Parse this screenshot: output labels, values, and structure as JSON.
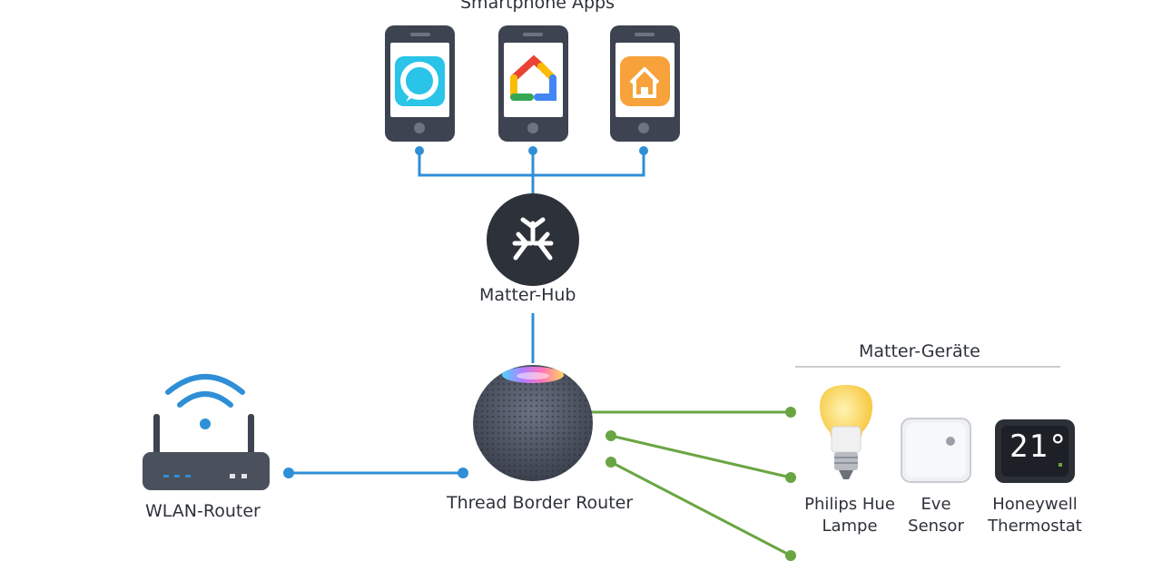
{
  "diagram": {
    "apps_title": "Smartphone Apps",
    "hub_label": "Matter-Hub",
    "border_router_label": "Thread Border Router",
    "wlan_label": "WLAN-Router",
    "devices_title": "Matter-Geräte",
    "devices": [
      {
        "line1": "Philips Hue",
        "line2": "Lampe"
      },
      {
        "line1": "Eve",
        "line2": "Sensor"
      },
      {
        "line1": "Honeywell",
        "line2": "Thermostat"
      }
    ],
    "thermostat_display": "21°",
    "colors": {
      "blue_link": "#2f8fd6",
      "green_link": "#6aa543",
      "phone_frame": "#3d4350",
      "hub_dark": "#2d3139"
    },
    "icons": [
      "alexa-app-icon",
      "google-home-app-icon",
      "apple-home-app-icon",
      "matter-logo-icon",
      "wifi-icon"
    ]
  }
}
